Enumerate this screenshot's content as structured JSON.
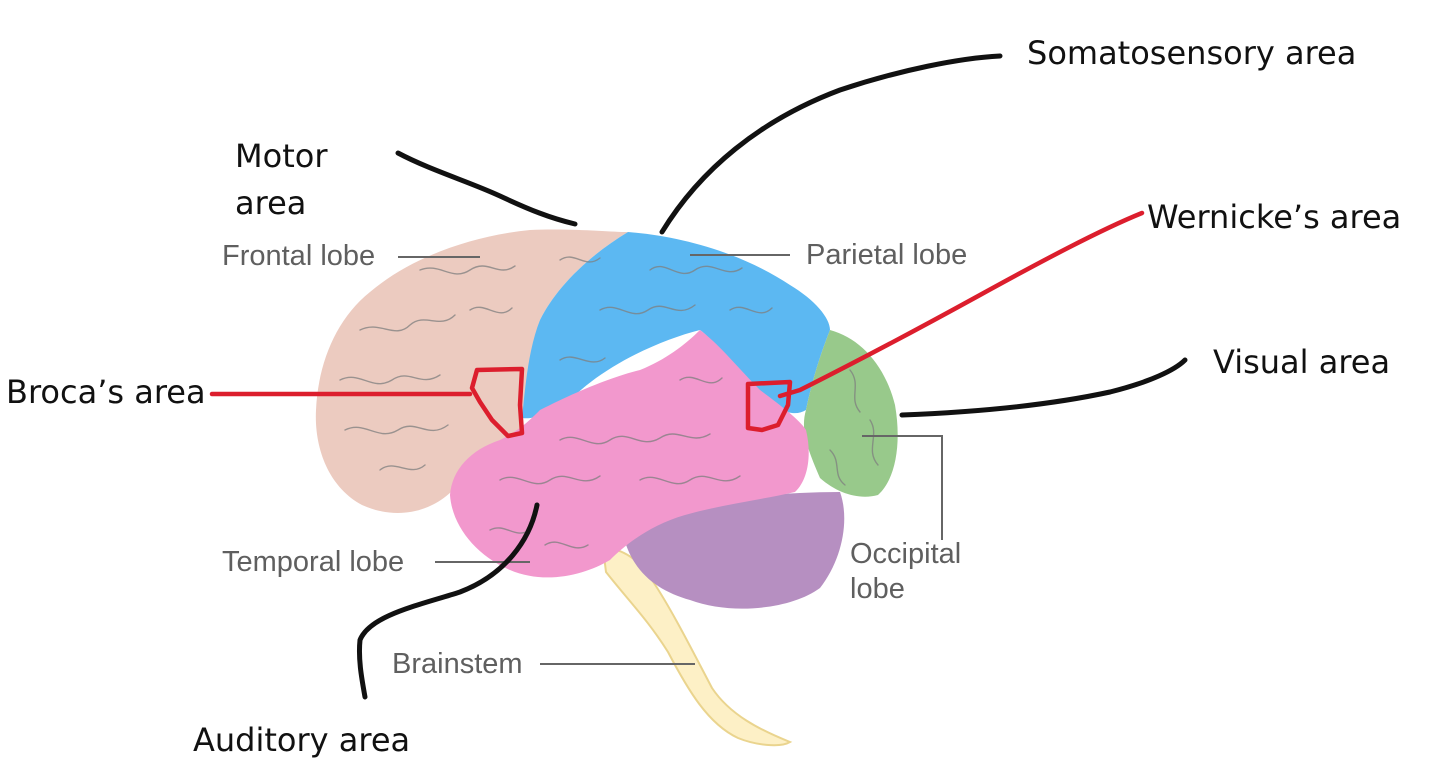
{
  "colors": {
    "frontal": "#eccbc0",
    "parietal": "#5cb8f2",
    "temporal": "#f298cd",
    "occipital": "#98c98b",
    "cerebellum": "#b68fc1",
    "brainstem": "#fdf0c6",
    "hand_drawn_black": "#111111",
    "hand_drawn_red": "#dc1e2d",
    "leader_line": "#666666",
    "sulcus": "#7f7f7f"
  },
  "lobes": {
    "frontal": "Frontal lobe",
    "parietal": "Parietal lobe",
    "temporal": "Temporal lobe",
    "occipital_line1": "Occipital",
    "occipital_line2": "lobe",
    "brainstem": "Brainstem"
  },
  "areas": {
    "motor_line1": "Motor",
    "motor_line2": "area",
    "somatosensory": "Somatosensory area",
    "wernicke": "Wernicke’s area",
    "broca": "Broca’s area",
    "visual": "Visual area",
    "auditory": "Auditory area"
  }
}
